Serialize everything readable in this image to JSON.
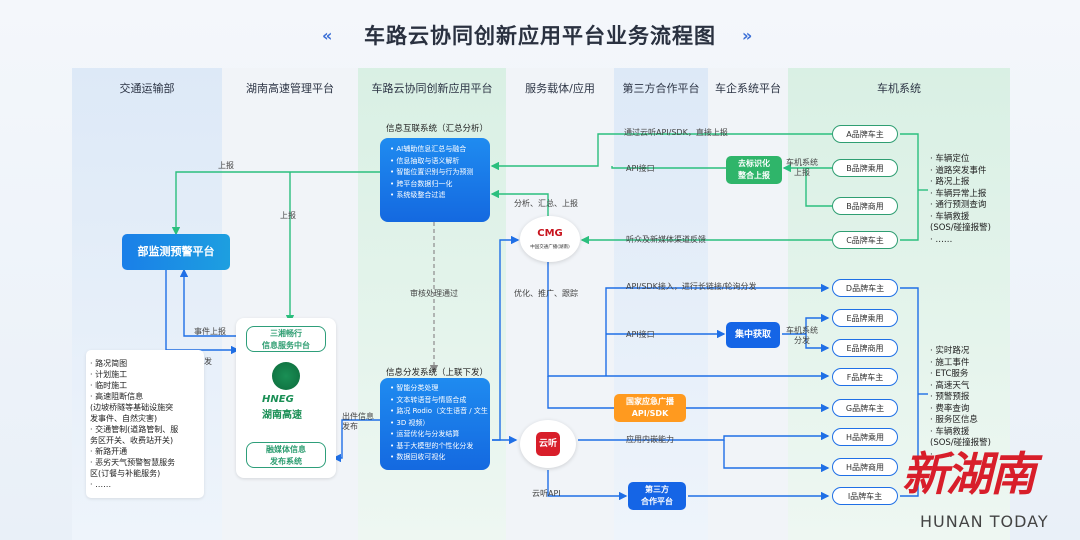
{
  "title": "车路云协同创新应用平台业务流程图",
  "columns": {
    "c1": "交通运输部",
    "c2": "湖南高速管理平台",
    "c3": "车路云协同创新应用平台",
    "c4": "服务载体/应用",
    "c5": "第三方合作平台",
    "c6": "车企系统平台",
    "c7": "车机系统"
  },
  "info_interconnect": {
    "title": "信息互联系统（汇总分析）",
    "items": [
      "AI辅助信息汇总与融合",
      "信息抽取与语义解析",
      "智能位置识别与行为预测",
      "跨平台数据归一化",
      "系统级整合过滤"
    ]
  },
  "info_distribute": {
    "title": "信息分发系统（上联下发）",
    "items": [
      "智能分类处理",
      "文本转语音与情感合成",
      "路况 Rodio（文生语音 / 文生",
      "3D 视频）",
      "运营优化与分发结算",
      "基于大模型的个性化分发",
      "数据回收可视化"
    ]
  },
  "ministry_platform": "部监测预警平台",
  "sanxiang": "三湘畅行\n信息服务中台",
  "fusion_media": "融媒体信息\n发布系统",
  "hunan_logo": {
    "en": "HNEG",
    "zh": "湖南高速"
  },
  "cmg": {
    "logo": "CMG",
    "sub": "中国交通广播(湖南)"
  },
  "yunting": "云听",
  "tag_recog": "去标识化\n整合上报",
  "collect": "集中获取",
  "emergency": "国家应急广播\nAPI/SDK",
  "third_party": "第三方\n合作平台",
  "cars": [
    "A品牌车主",
    "B品牌乘用",
    "B品牌商用",
    "C品牌车主",
    "D品牌车主",
    "E品牌乘用",
    "E品牌商用",
    "F品牌车主",
    "G品牌车主",
    "H品牌乘用",
    "H品牌商用",
    "I品牌车主"
  ],
  "labels": {
    "report1": "上报",
    "report2": "上报",
    "analysis": "分析、汇总、上报",
    "review": "审核处理通过",
    "optimize": "优化、推广、跟踪",
    "event_report": "事件上报",
    "warning_send": "预警下发",
    "out_release": "出件信息\n发布",
    "cloud_api": "通过云听API/SDK，直接上报",
    "api1": "API接口",
    "car_report": "车机系统\n上报",
    "listener": "听众及新媒体渠道反馈",
    "api_sdk": "API/SDK接入，进行长链接/轮询分发",
    "api2": "API接口",
    "car_dist": "车机系统\n分发",
    "app_embed": "应用内嵌能力",
    "yt_api": "云听API"
  },
  "ministry_list": [
    "· 路况简图",
    "· 计划施工",
    "· 临时施工",
    "· 高速阻断信息",
    "(边坡桥隧等基础设施突",
    "发事件、自然灾害)",
    "· 交通管制(道路管制、服",
    "务区开关、收费站开关)",
    "· 新路开通",
    "· 恶劣天气预警智慧服务",
    "区(订餐与补能服务)",
    "· ……"
  ],
  "right_list_top": [
    "· 车辆定位",
    "· 道路突发事件",
    "· 路况上报",
    "· 车辆异常上报",
    "· 通行预测查询",
    "· 车辆救援",
    "(SOS/碰撞报警)",
    "· ……"
  ],
  "right_list_bottom": [
    "· 实时路况",
    "· 施工事件",
    "· ETC服务",
    "· 高速天气",
    "· 预警预报",
    "· 费率查询",
    "· 服务区信息",
    "· 车辆救援",
    "(SOS/碰撞报警)",
    "· ……"
  ],
  "watermark": {
    "zh": "新湖南",
    "en": "HUNAN TODAY"
  },
  "colors": {
    "accent": "#1565e6",
    "green": "#2fb56a",
    "orange": "#ff9a1f",
    "line_blue": "#1f6fe6",
    "line_green": "#2bbf7e",
    "red": "#d81e2a"
  }
}
